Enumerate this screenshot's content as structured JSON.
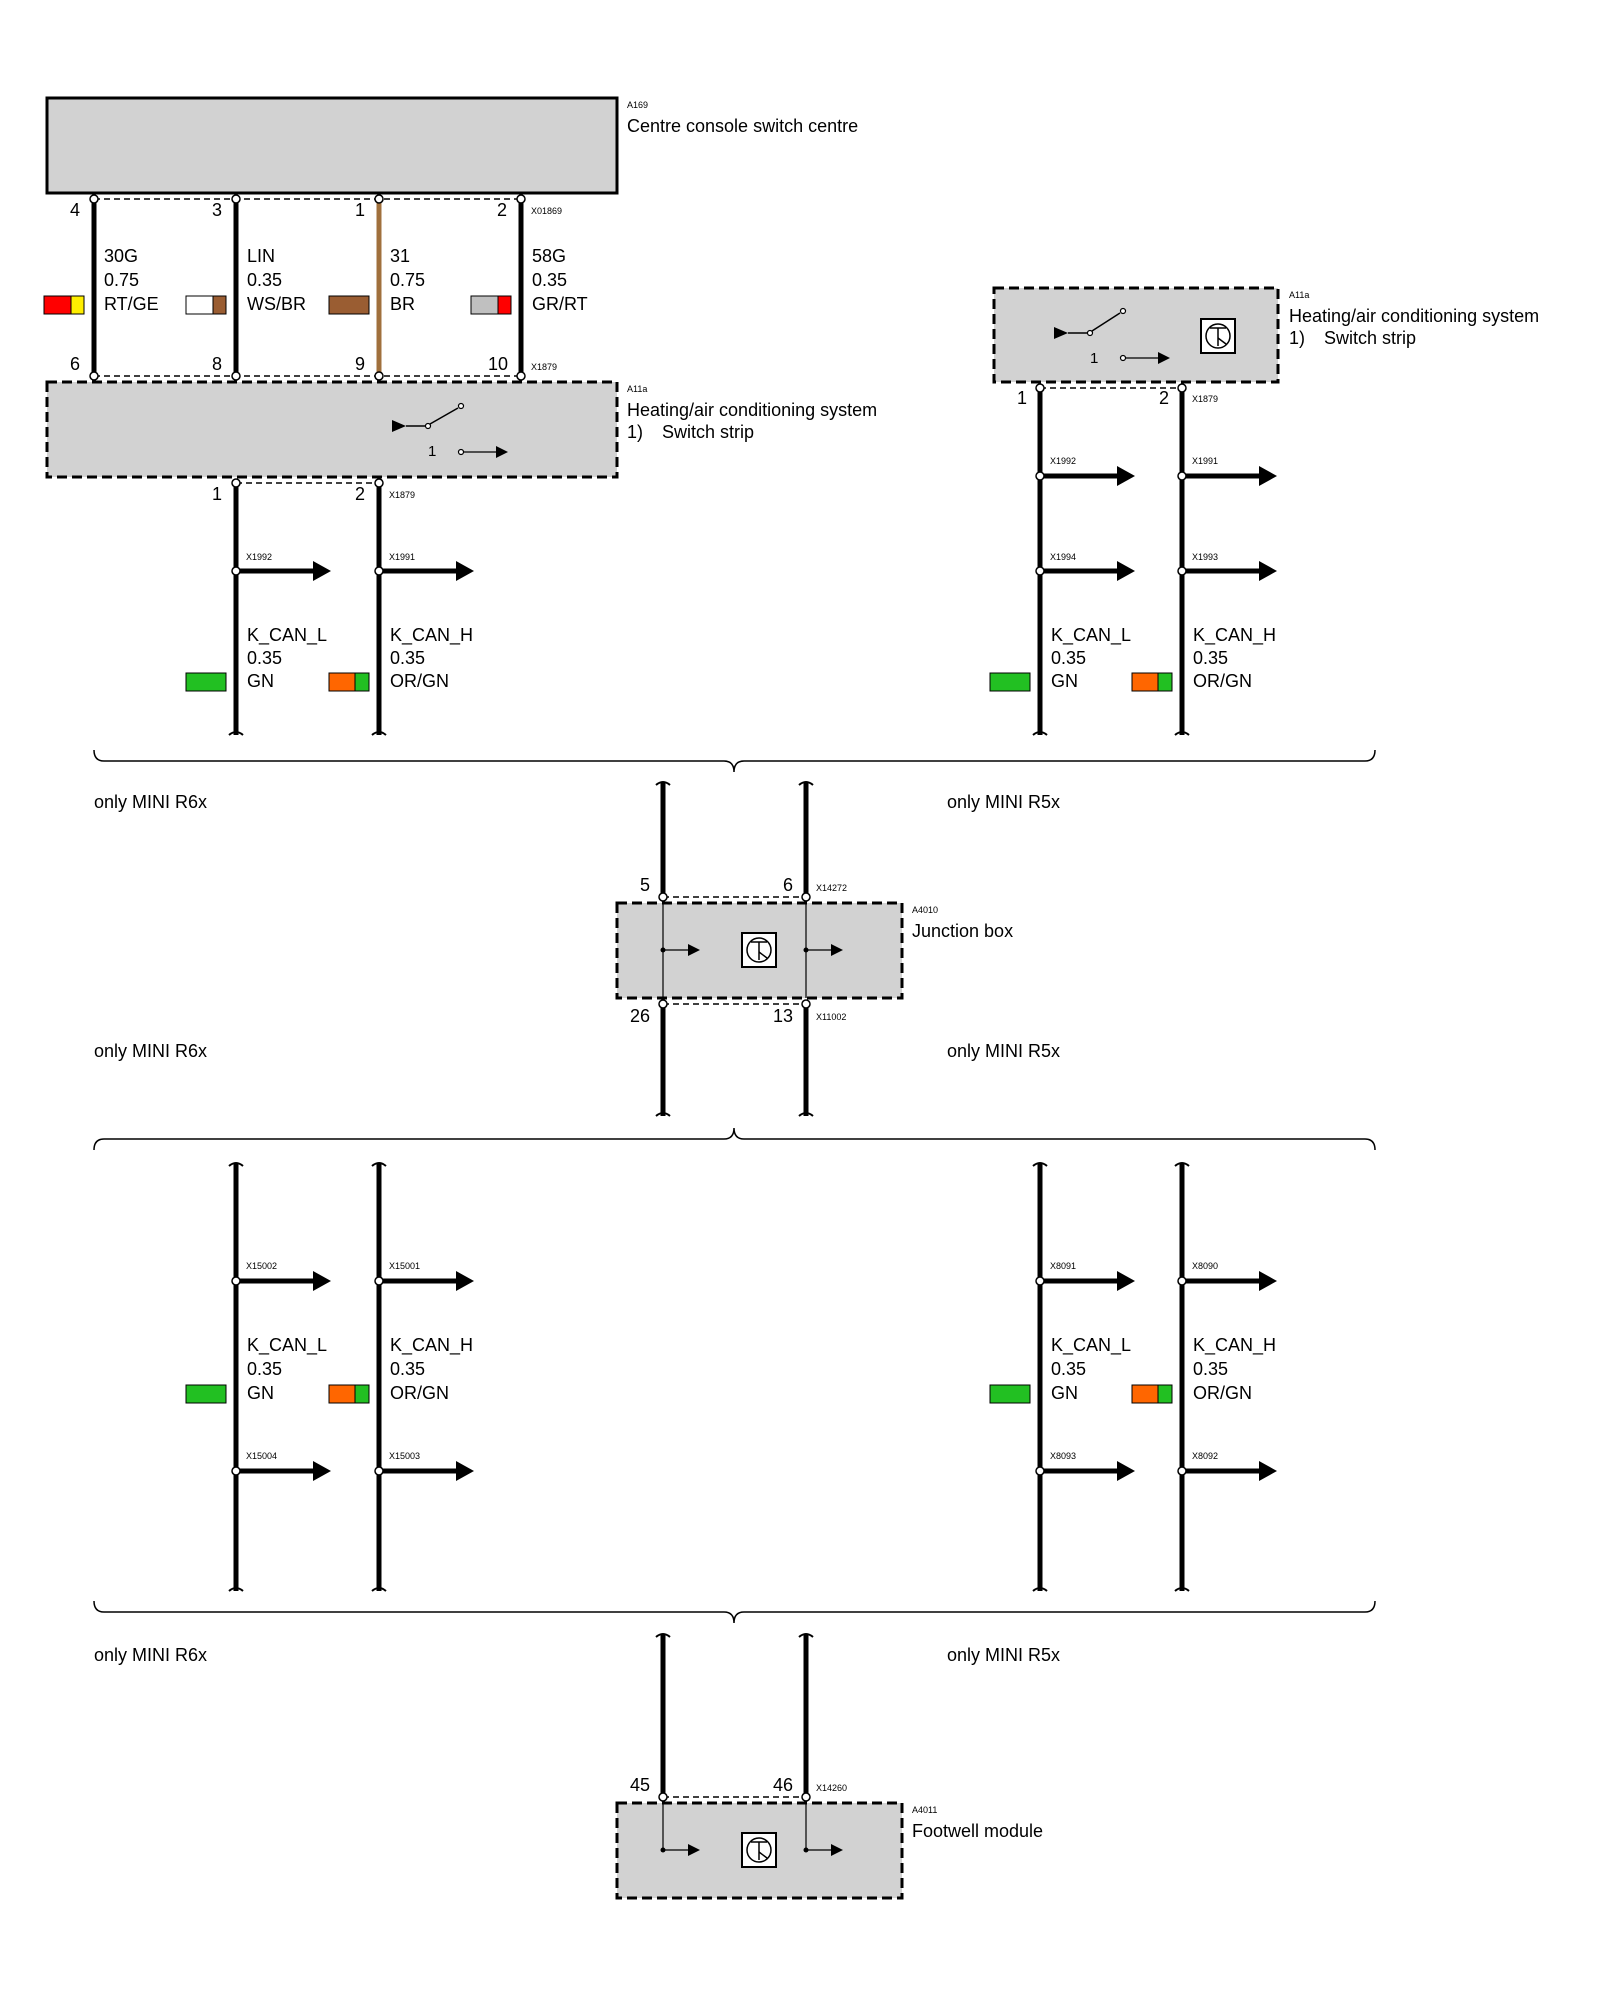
{
  "colors": {
    "RT": "#ff0000",
    "GE": "#ffee00",
    "WS": "#ffffff",
    "BR": "#9a5d32",
    "GR": "#c0c0c0",
    "GN": "#22c022",
    "OR": "#ff6600",
    "module_fill": "#d2d2d2",
    "brown_wire": "#a0703c"
  },
  "modules": {
    "a169": {
      "code": "A169",
      "name": "Centre console switch centre"
    },
    "a11a_left": {
      "code": "A11a",
      "name": "Heating/air conditioning system",
      "note_num": "1)",
      "note": "Switch strip",
      "switch_num": "1"
    },
    "a11a_right": {
      "code": "A11a",
      "name": "Heating/air conditioning system",
      "note_num": "1)",
      "note": "Switch strip",
      "switch_num": "1"
    },
    "a4010": {
      "code": "A4010",
      "name": "Junction box"
    },
    "a4011": {
      "code": "A4011",
      "name": "Footwell module"
    }
  },
  "connectors": {
    "x01869": "X01869",
    "x1879_top": "X1879",
    "x1879_left": "X1879",
    "x1879_right": "X1879",
    "x14272": "X14272",
    "x11002": "X11002",
    "x14260": "X14260"
  },
  "pins": {
    "a169": [
      "4",
      "3",
      "1",
      "2"
    ],
    "a11a_left_top": [
      "6",
      "8",
      "9",
      "10"
    ],
    "a11a_left_bottom": [
      "1",
      "2"
    ],
    "a11a_right_bottom": [
      "1",
      "2"
    ],
    "a4010_top": [
      "5",
      "6"
    ],
    "a4010_bottom": [
      "26",
      "13"
    ],
    "a4011_top": [
      "45",
      "46"
    ]
  },
  "top_wires": [
    {
      "signal": "30G",
      "size": "0.75",
      "color": "RT/GE"
    },
    {
      "signal": "LIN",
      "size": "0.35",
      "color": "WS/BR"
    },
    {
      "signal": "31",
      "size": "0.75",
      "color": "BR"
    },
    {
      "signal": "58G",
      "size": "0.35",
      "color": "GR/RT"
    }
  ],
  "can_wires": {
    "can_l": {
      "signal": "K_CAN_L",
      "size": "0.35",
      "color": "GN"
    },
    "can_h": {
      "signal": "K_CAN_H",
      "size": "0.35",
      "color": "OR/GN"
    }
  },
  "splices": {
    "row1_left": [
      "X1992",
      "X1991"
    ],
    "row1_right": [
      "X1992",
      "X1991"
    ],
    "row2_right": [
      "X1994",
      "X1993"
    ],
    "row3_left": [
      "X15002",
      "X15001"
    ],
    "row3_right": [
      "X8091",
      "X8090"
    ],
    "row4_left": [
      "X15004",
      "X15003"
    ],
    "row4_right": [
      "X8093",
      "X8092"
    ]
  },
  "variants": {
    "r6x": "only MINI R6x",
    "r5x": "only MINI R5x"
  }
}
